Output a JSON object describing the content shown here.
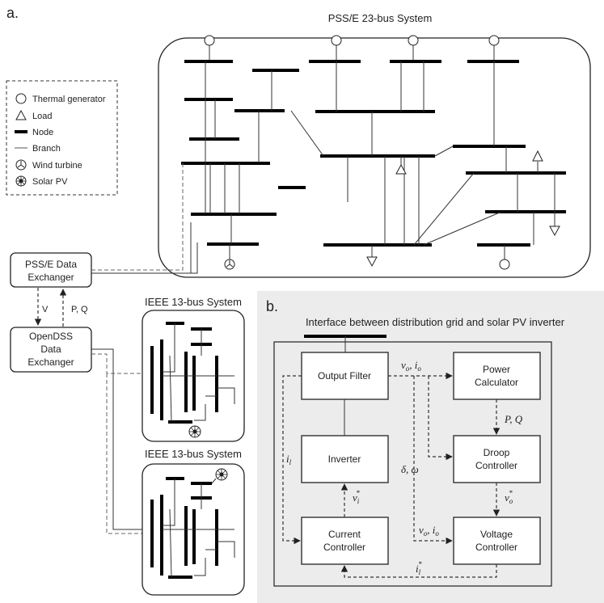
{
  "panel_a_label": "a.",
  "panel_b_label": "b.",
  "pss_title": "PSS/E 23-bus System",
  "legend": {
    "thermal": "Thermal generator",
    "load": "Load",
    "node": "Node",
    "branch": "Branch",
    "wind": "Wind turbine",
    "solar": "Solar PV"
  },
  "pss_exchanger": [
    "PSS/E Data",
    "Exchanger"
  ],
  "opendss_exchanger": [
    "OpenDSS",
    "Data",
    "Exchanger"
  ],
  "arrow_v": "V",
  "arrow_pq": "P, Q",
  "ieee_title_1": "IEEE 13-bus System",
  "ieee_title_2": "IEEE 13-bus System",
  "interface_title": "Interface between distribution grid and solar PV inverter",
  "blocks": {
    "output_filter": "Output Filter",
    "power_calc": [
      "Power",
      "Calculator"
    ],
    "inverter": "Inverter",
    "droop": [
      "Droop",
      "Controller"
    ],
    "current_ctrl": [
      "Current",
      "Controller"
    ],
    "voltage_ctrl": [
      "Voltage",
      "Controller"
    ]
  },
  "signals": {
    "vo_io_top": "v",
    "pq": "P, Q",
    "delta_omega": "δ, ω",
    "il": "i",
    "vi_star": "v",
    "vo_star": "v",
    "vo_io_bottom": "v",
    "il_star": "i"
  }
}
